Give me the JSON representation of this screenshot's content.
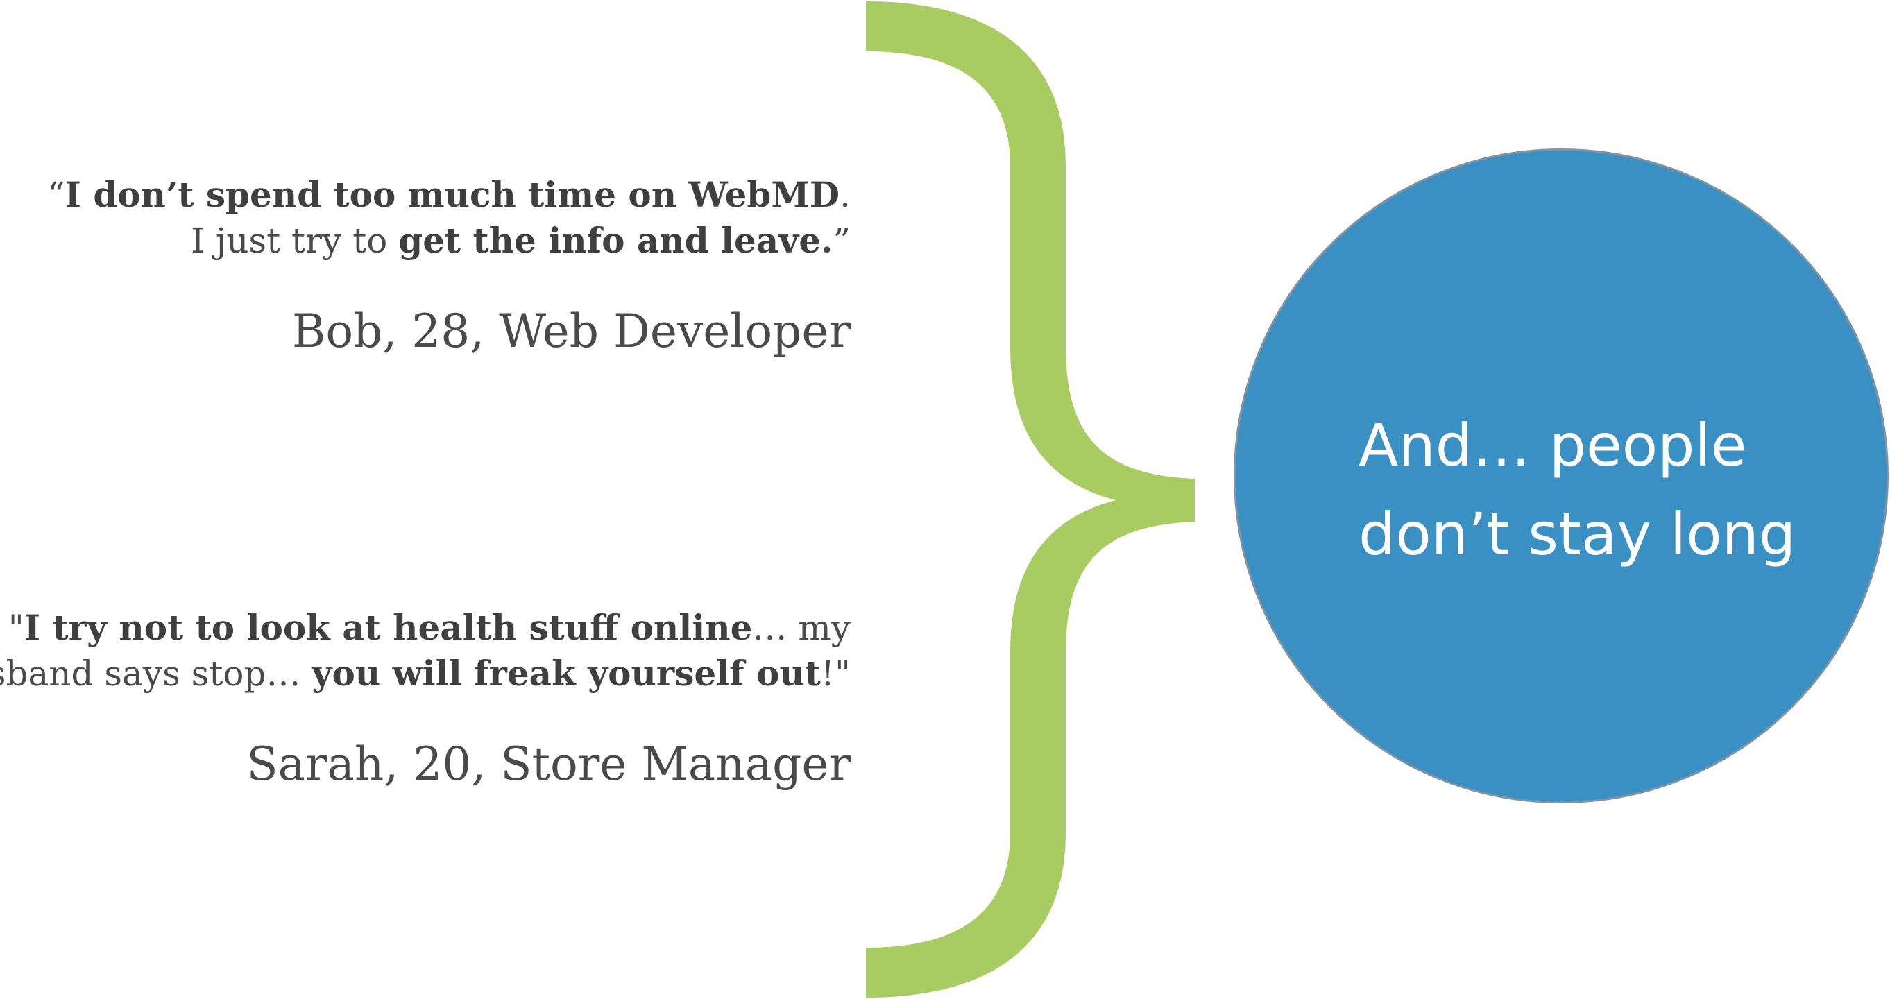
{
  "quotes": [
    {
      "line1": [
        {
          "text": "“",
          "bold": false
        },
        {
          "text": "I don’t spend too much time on WebMD",
          "bold": true
        },
        {
          "text": ".",
          "bold": false
        }
      ],
      "line2": [
        {
          "text": "I just try to ",
          "bold": false
        },
        {
          "text": "get the info and leave.",
          "bold": true
        },
        {
          "text": "”",
          "bold": false
        }
      ],
      "attribution": "Bob, 28, Web Developer"
    },
    {
      "line1": [
        {
          "text": "\"",
          "bold": false
        },
        {
          "text": "I try not to look at health stuff online",
          "bold": true
        },
        {
          "text": "… my",
          "bold": false
        }
      ],
      "line2": [
        {
          "text": "husband says stop… ",
          "bold": false
        },
        {
          "text": "you will freak yourself out",
          "bold": true
        },
        {
          "text": "!\"",
          "bold": false
        }
      ],
      "attribution": "Sarah, 20, Store Manager"
    }
  ],
  "conclusion": {
    "line1": "And… people",
    "line2": "don’t stay long"
  },
  "colors": {
    "brace": "#a8cc62",
    "circle": "#3a8fc3",
    "circle_border": "#7e93a3",
    "text": "#4a4a4a"
  }
}
